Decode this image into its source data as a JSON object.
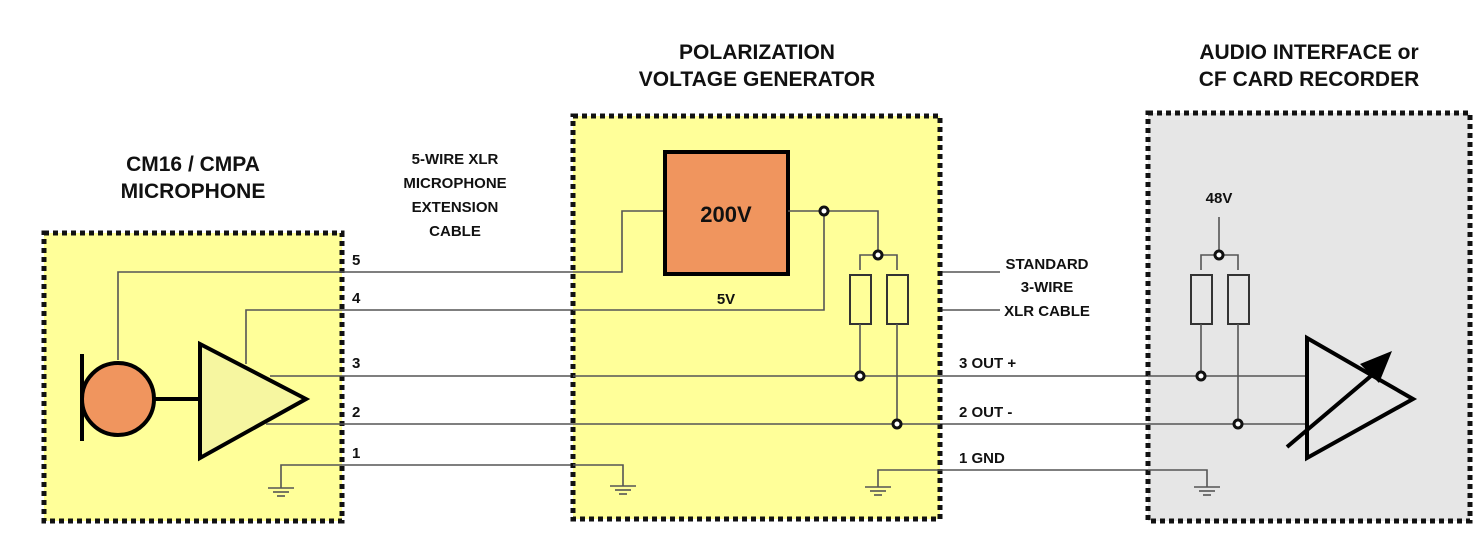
{
  "colors": {
    "yellow_box": "#FFFF99",
    "gray_box": "#E6E6E6",
    "orange": "#F0955E",
    "triangle_fill": "#F6F6A0"
  },
  "blocks": {
    "microphone": {
      "title_line1": "CM16 / CMPA",
      "title_line2": "MICROPHONE"
    },
    "generator": {
      "title_line1": "POLARIZATION",
      "title_line2": "VOLTAGE GENERATOR",
      "source_label": "200V",
      "supply_label": "5V"
    },
    "recorder": {
      "title_line1": "AUDIO INTERFACE or",
      "title_line2": "CF CARD RECORDER",
      "phantom_label": "48V"
    }
  },
  "cables": {
    "five_wire": {
      "line1": "5-WIRE XLR",
      "line2": "MICROPHONE",
      "line3": "EXTENSION",
      "line4": "CABLE"
    },
    "three_wire": {
      "line1": "STANDARD",
      "line2": "3-WIRE",
      "line3": "XLR CABLE"
    }
  },
  "pins": {
    "five_wire": [
      "5",
      "4",
      "3",
      "2",
      "1"
    ],
    "three_wire": [
      "3 OUT +",
      "2 OUT -",
      "1 GND"
    ]
  }
}
